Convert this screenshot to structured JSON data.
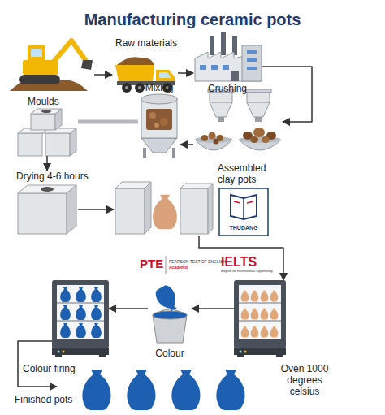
{
  "diagram": {
    "title": "Manufacturing ceramic pots",
    "nodes": [
      {
        "text": [
          "Raw materials"
        ]
      },
      {
        "text": [
          "Crushing"
        ]
      },
      {
        "text": [
          "Mixing"
        ]
      },
      {
        "text": [
          "Moulds"
        ]
      },
      {
        "text": [
          "Drying 4-6 hours"
        ]
      },
      {
        "text": [
          "Assembled clay pots"
        ]
      },
      {
        "text": [
          "Oven 1000 degrees celsius"
        ]
      },
      {
        "text": [
          "Colour"
        ]
      },
      {
        "text": [
          "Colour firing"
        ]
      },
      {
        "text": [
          "Finished pots"
        ]
      }
    ],
    "edges": [
      {
        "from": 0,
        "to": 1,
        "arrow": "to"
      },
      {
        "from": 1,
        "to": 2,
        "arrow": "to"
      },
      {
        "from": 2,
        "to": 3,
        "arrow": "none"
      },
      {
        "from": 3,
        "to": 4,
        "arrow": "to"
      },
      {
        "from": 4,
        "to": 5,
        "arrow": "to"
      },
      {
        "from": 5,
        "to": 6,
        "arrow": "to"
      },
      {
        "from": 6,
        "to": 7,
        "arrow": "to"
      },
      {
        "from": 7,
        "to": 8,
        "arrow": "to"
      },
      {
        "from": 8,
        "to": 9,
        "arrow": "to"
      }
    ],
    "labels": [
      "THUDANG",
      "PTE",
      "PEARSON TEST OF ENGLISH",
      "Academic",
      "IELTS",
      "English for International Opportunity"
    ]
  }
}
